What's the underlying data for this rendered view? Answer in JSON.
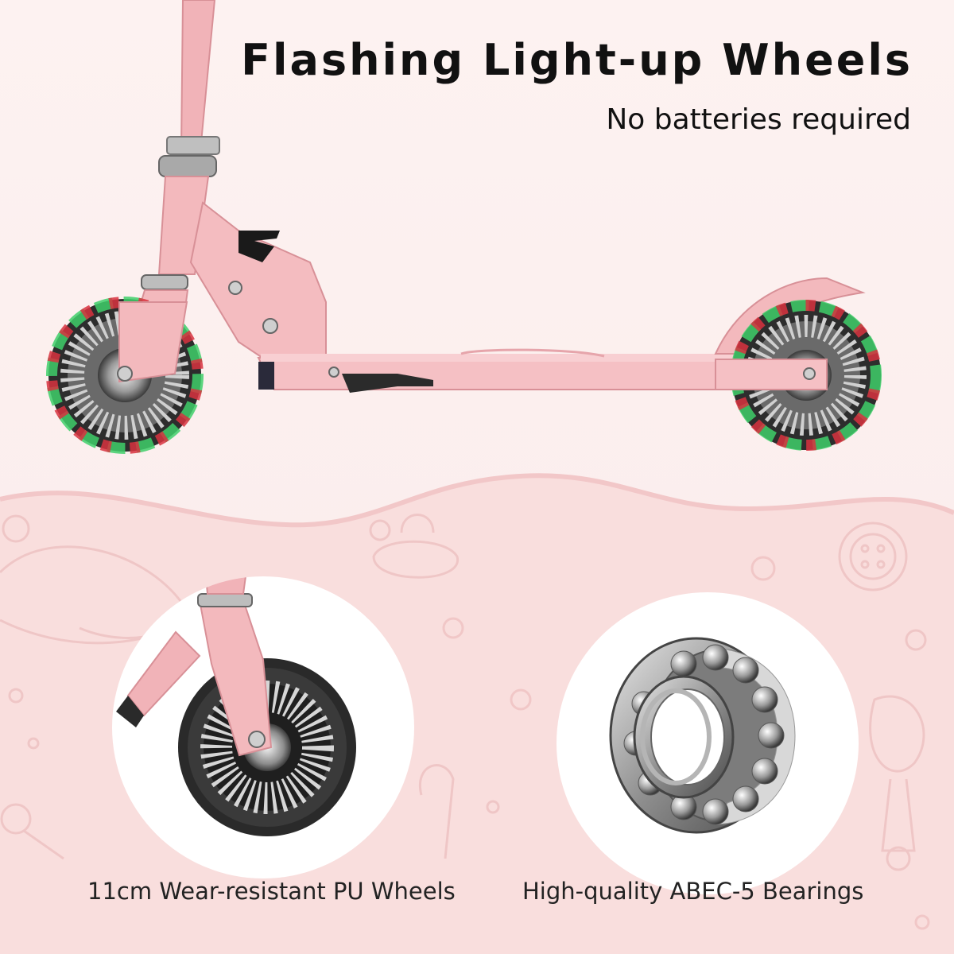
{
  "header": {
    "title": "Flashing Light-up Wheels",
    "subtitle": "No batteries required"
  },
  "features": [
    {
      "caption": "11cm Wear-resistant PU Wheels",
      "icon": "pu-wheel-closeup-image"
    },
    {
      "caption": "High-quality ABEC-5 Bearings",
      "icon": "abec-5-bearing-image"
    }
  ],
  "colors": {
    "background_top": "#fdf2f1",
    "background_bottom": "#f9dedd",
    "scooter_pink": "#f3b9bd",
    "wheel_led_green": "#3fcf6a",
    "wheel_led_red": "#d8323f",
    "text": "#111111"
  }
}
